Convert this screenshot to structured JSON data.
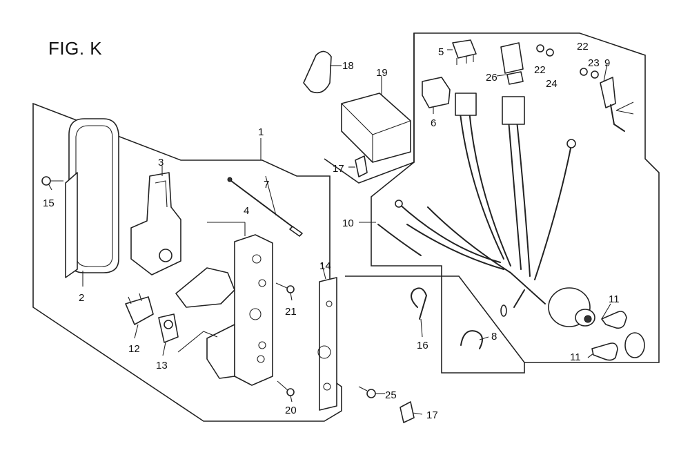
{
  "figure": {
    "title": "FIG. K"
  },
  "callouts": [
    "1",
    "2",
    "3",
    "4",
    "5",
    "6",
    "7",
    "8",
    "9",
    "10",
    "11",
    "11",
    "12",
    "13",
    "14",
    "15",
    "16",
    "17",
    "17",
    "18",
    "19",
    "20",
    "21",
    "22",
    "22",
    "23",
    "24",
    "25",
    "26"
  ],
  "colors": {
    "ink": "#222222",
    "shade": "#9a9a9a",
    "paper": "#ffffff"
  }
}
